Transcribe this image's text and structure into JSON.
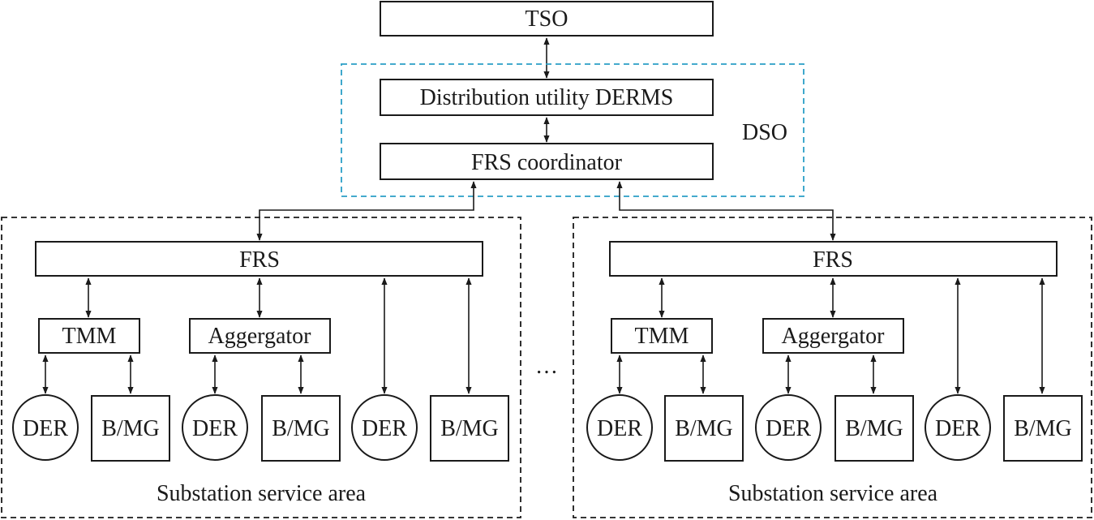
{
  "colors": {
    "ink": "#1a1a1a",
    "dso_border": "#2a9fc6",
    "area_border": "#1a1a1a"
  },
  "tso": {
    "label": "TSO"
  },
  "dso": {
    "label": "DSO",
    "derms": "Distribution utility DERMS",
    "coordinator": "FRS coordinator"
  },
  "ellipsis": "…",
  "areas": [
    {
      "label": "Substation service area",
      "frs": "FRS",
      "tmm": "TMM",
      "aggregator": "Aggergator",
      "units": [
        "DER",
        "B/MG",
        "DER",
        "B/MG",
        "DER",
        "B/MG"
      ]
    },
    {
      "label": "Substation service area",
      "frs": "FRS",
      "tmm": "TMM",
      "aggregator": "Aggergator",
      "units": [
        "DER",
        "B/MG",
        "DER",
        "B/MG",
        "DER",
        "B/MG"
      ]
    }
  ]
}
